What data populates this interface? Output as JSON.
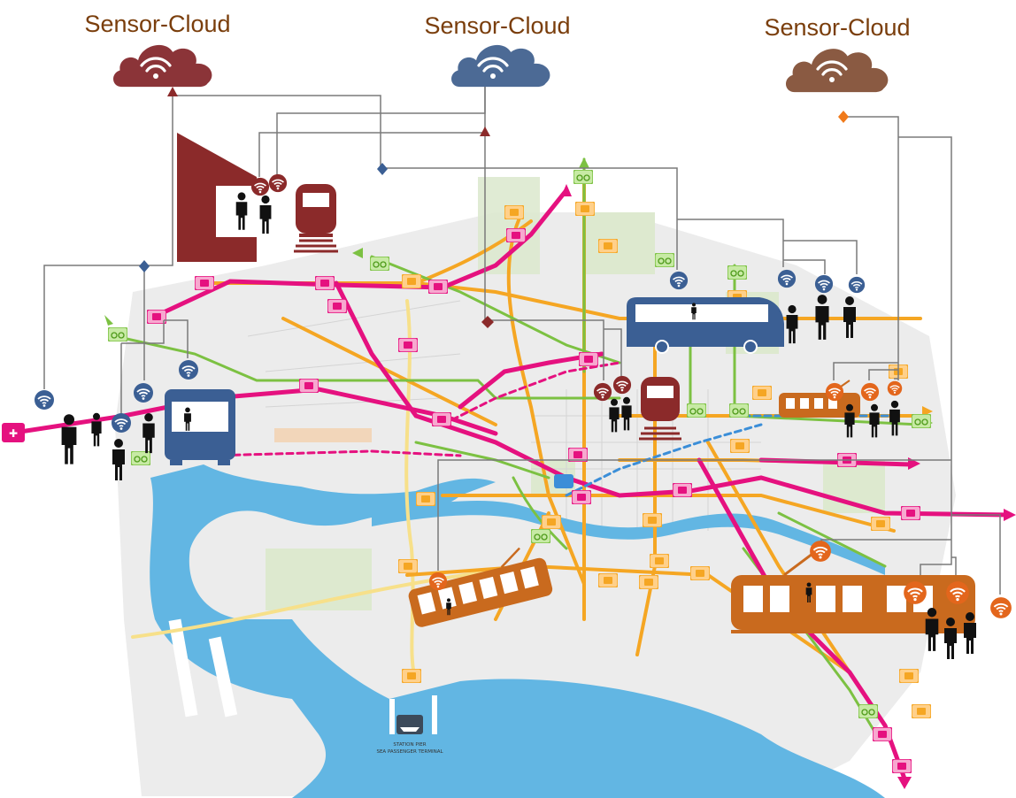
{
  "clouds": [
    {
      "label": "Sensor-Cloud",
      "color": "#8b3438",
      "label_color": "#7a3e0c",
      "icon": "wifi-icon"
    },
    {
      "label": "Sensor-Cloud",
      "color": "#4c6a95",
      "label_color": "#7a3e0c",
      "icon": "wifi-icon"
    },
    {
      "label": "Sensor-Cloud",
      "color": "#8a5a42",
      "label_color": "#7a3e0c",
      "icon": "wifi-icon"
    }
  ],
  "ferry_terminal": {
    "line1": "STATION PIER",
    "line2": "SEA PASSENGER TERMINAL"
  },
  "colors": {
    "sea": "#62b6e3",
    "tram_line": "#f5a623",
    "train_line": "#e5117f",
    "bike_line": "#7cc142",
    "bus_line": "#f7e08a",
    "red_sensor": "#8b2a2a",
    "blue_sensor": "#3b5f94",
    "orange_sensor": "#e3661c",
    "tram_body": "#c96a1e",
    "bus_body": "#3b5f94",
    "train_body": "#8b2a2a"
  }
}
